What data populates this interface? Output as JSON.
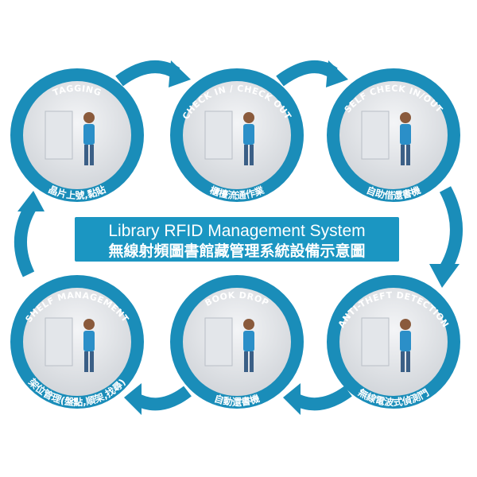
{
  "colors": {
    "ring": "#1a8db9",
    "title_box": "#1b96c2"
  },
  "title": {
    "en": "Library RFID Management System",
    "zh": "無線射頻圖書館藏管理系統設備示意圖"
  },
  "stages": [
    {
      "name": "TAGGING",
      "zh": "晶片上號,黏貼"
    },
    {
      "name": "CHECK IN / CHECK OUT",
      "zh": "櫃檯流通作業"
    },
    {
      "name": "SELF CHECK IN/OUT",
      "zh": "自助借還書機"
    },
    {
      "name": "ANTI-THEFT DETECTION",
      "zh": "無線電波式偵測門"
    },
    {
      "name": "BOOK DROP",
      "zh": "自動還書機"
    },
    {
      "name": "SHELF MANAGEMENT",
      "zh": "架位管理(盤點,順架,找尋)"
    }
  ]
}
